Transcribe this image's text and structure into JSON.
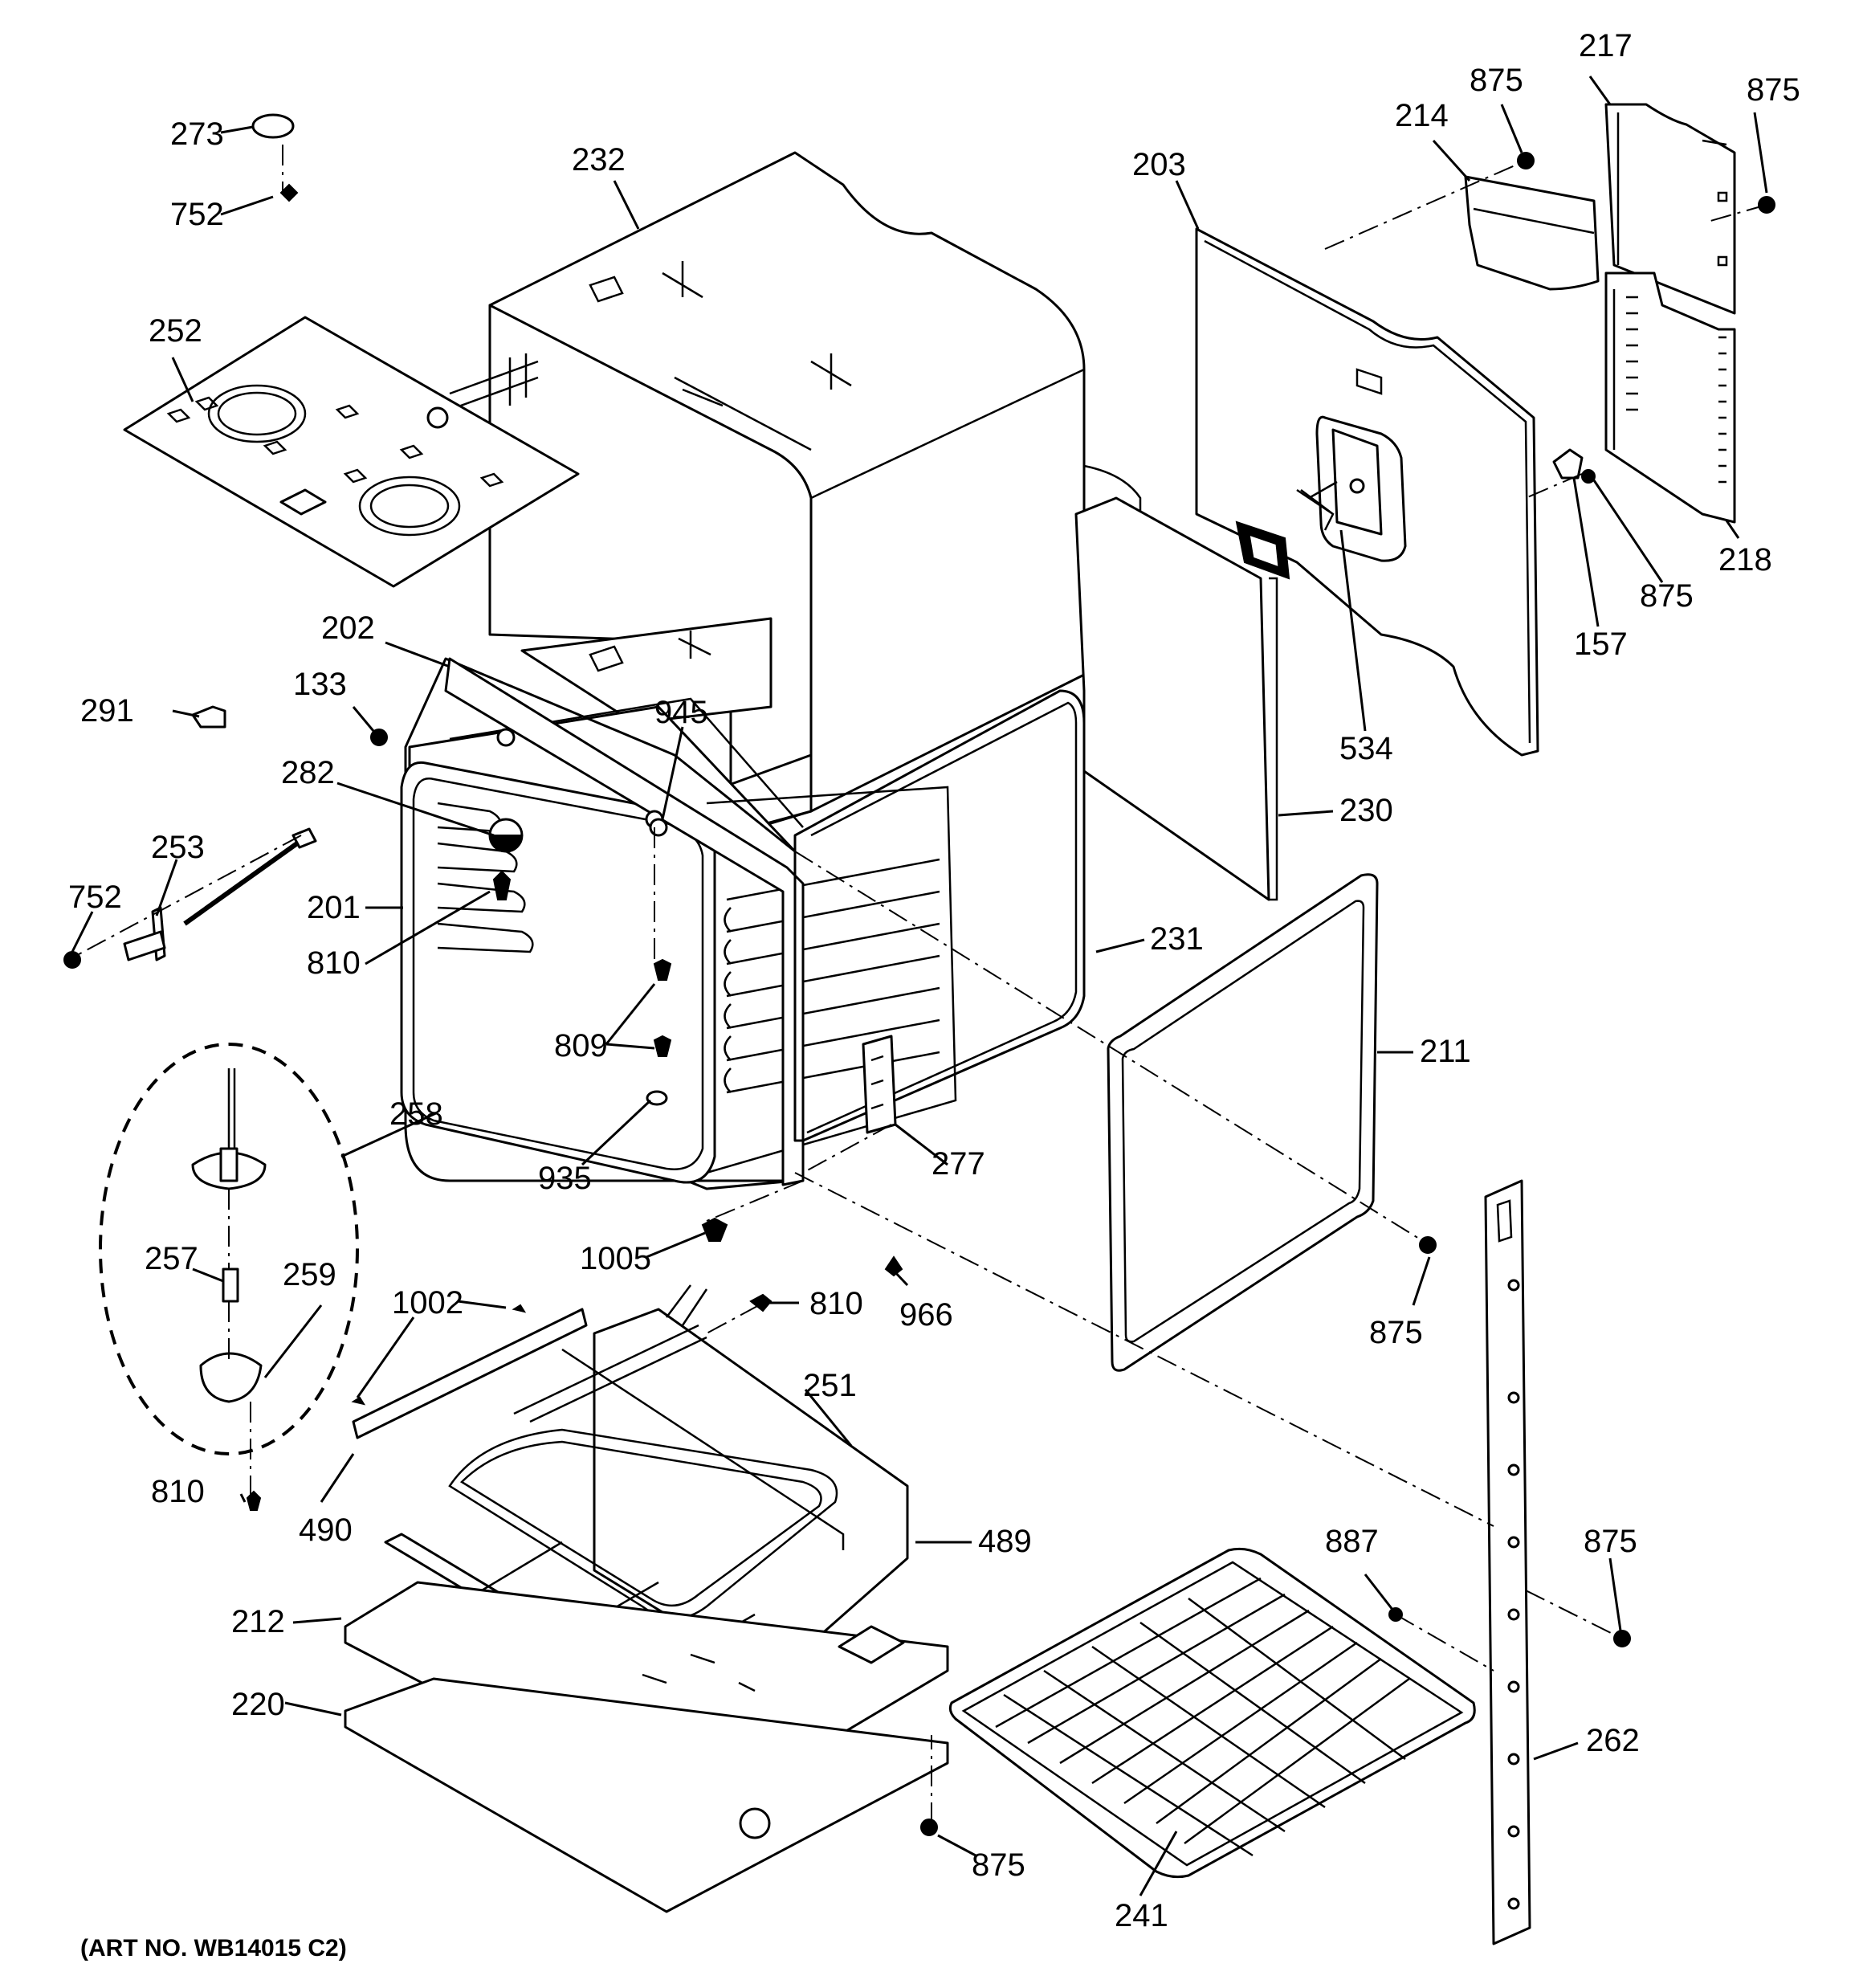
{
  "caption": "(ART NO. WB14015 C2)",
  "labels": {
    "l273": "273",
    "l752a": "752",
    "l232": "232",
    "l252": "252",
    "l202": "202",
    "l133": "133",
    "l291": "291",
    "l945": "945",
    "l282": "282",
    "l253": "253",
    "l752b": "752",
    "l201": "201",
    "l810a": "810",
    "l809": "809",
    "l258": "258",
    "l935": "935",
    "l257": "257",
    "l259": "259",
    "l1002": "1002",
    "l810b": "810",
    "l1005": "1005",
    "l966": "966",
    "l251": "251",
    "l277": "277",
    "l810c": "810",
    "l490": "490",
    "l489": "489",
    "l212": "212",
    "l220": "220",
    "l875a": "875",
    "l241": "241",
    "l203": "203",
    "l214": "214",
    "l875b": "875",
    "l217": "217",
    "l875c": "875",
    "l157": "157",
    "l875d": "875",
    "l218": "218",
    "l534": "534",
    "l230": "230",
    "l231": "231",
    "l211": "211",
    "l875e": "875",
    "l887": "887",
    "l875f": "875",
    "l262": "262"
  }
}
